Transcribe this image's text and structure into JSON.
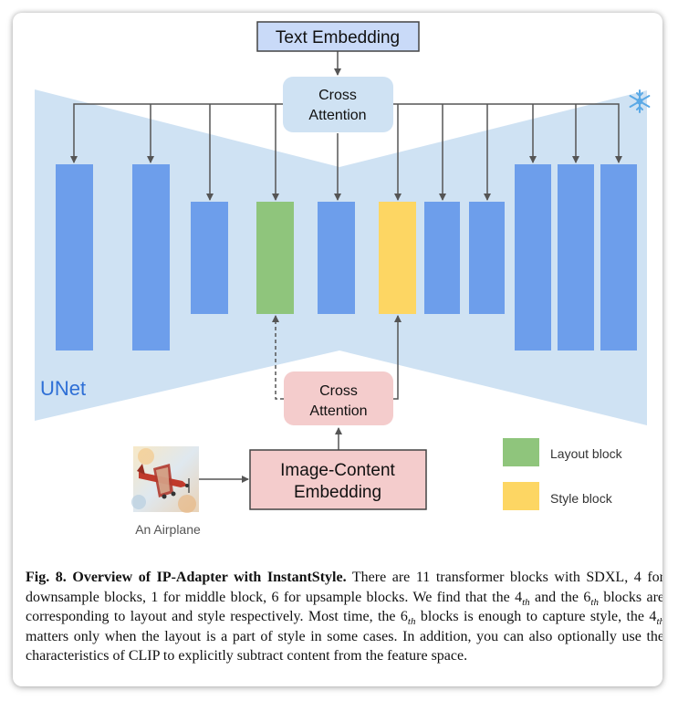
{
  "diagram": {
    "text_embedding": "Text Embedding",
    "cross_attention_top": [
      "Cross",
      "Attention"
    ],
    "cross_attention_bottom": [
      "Cross",
      "Attention"
    ],
    "image_content_embedding": [
      "Image-Content",
      "Embedding"
    ],
    "unet_label": "UNet",
    "input_image_caption": "An Airplane",
    "frozen_icon": "snowflake-icon",
    "legend": [
      {
        "label": "Layout block",
        "color": "#8fc57c"
      },
      {
        "label": "Style block",
        "color": "#fdd663"
      }
    ],
    "colors": {
      "unet_background": "#cfe2f3",
      "block": "#6d9eeb",
      "layout_block": "#8fc57c",
      "style_block": "#fdd663",
      "text_embedding_box": "#c9daf8",
      "cross_attention_top_box": "#cfe2f3",
      "cross_attention_bottom_box": "#f4cccc",
      "image_content_box": "#f4cccc"
    },
    "blocks": [
      "downsample",
      "downsample",
      "downsample",
      "downsample (layout)",
      "middle",
      "upsample (style)",
      "upsample",
      "upsample",
      "upsample",
      "upsample",
      "upsample"
    ]
  },
  "caption": {
    "figure_label": "Fig. 8. Overview of IP-Adapter with InstantStyle.",
    "s1": " There are 11 transformer blocks with SDXL, 4 for downsample blocks, 1 for middle block, 6 for upsample blocks. We find that the 4",
    "sub1": "th",
    "s2": " and the 6",
    "sub2": "th",
    "s3": " blocks are corresponding to layout and style respectively. Most time, the 6",
    "sub3": "th",
    "s4": " blocks is enough to capture style, the 4",
    "sub4": "th",
    "s5": " matters only when the layout is a part of style in some cases. In addition, you can also optionally use the characteristics of CLIP to explicitly subtract content from the feature space."
  }
}
